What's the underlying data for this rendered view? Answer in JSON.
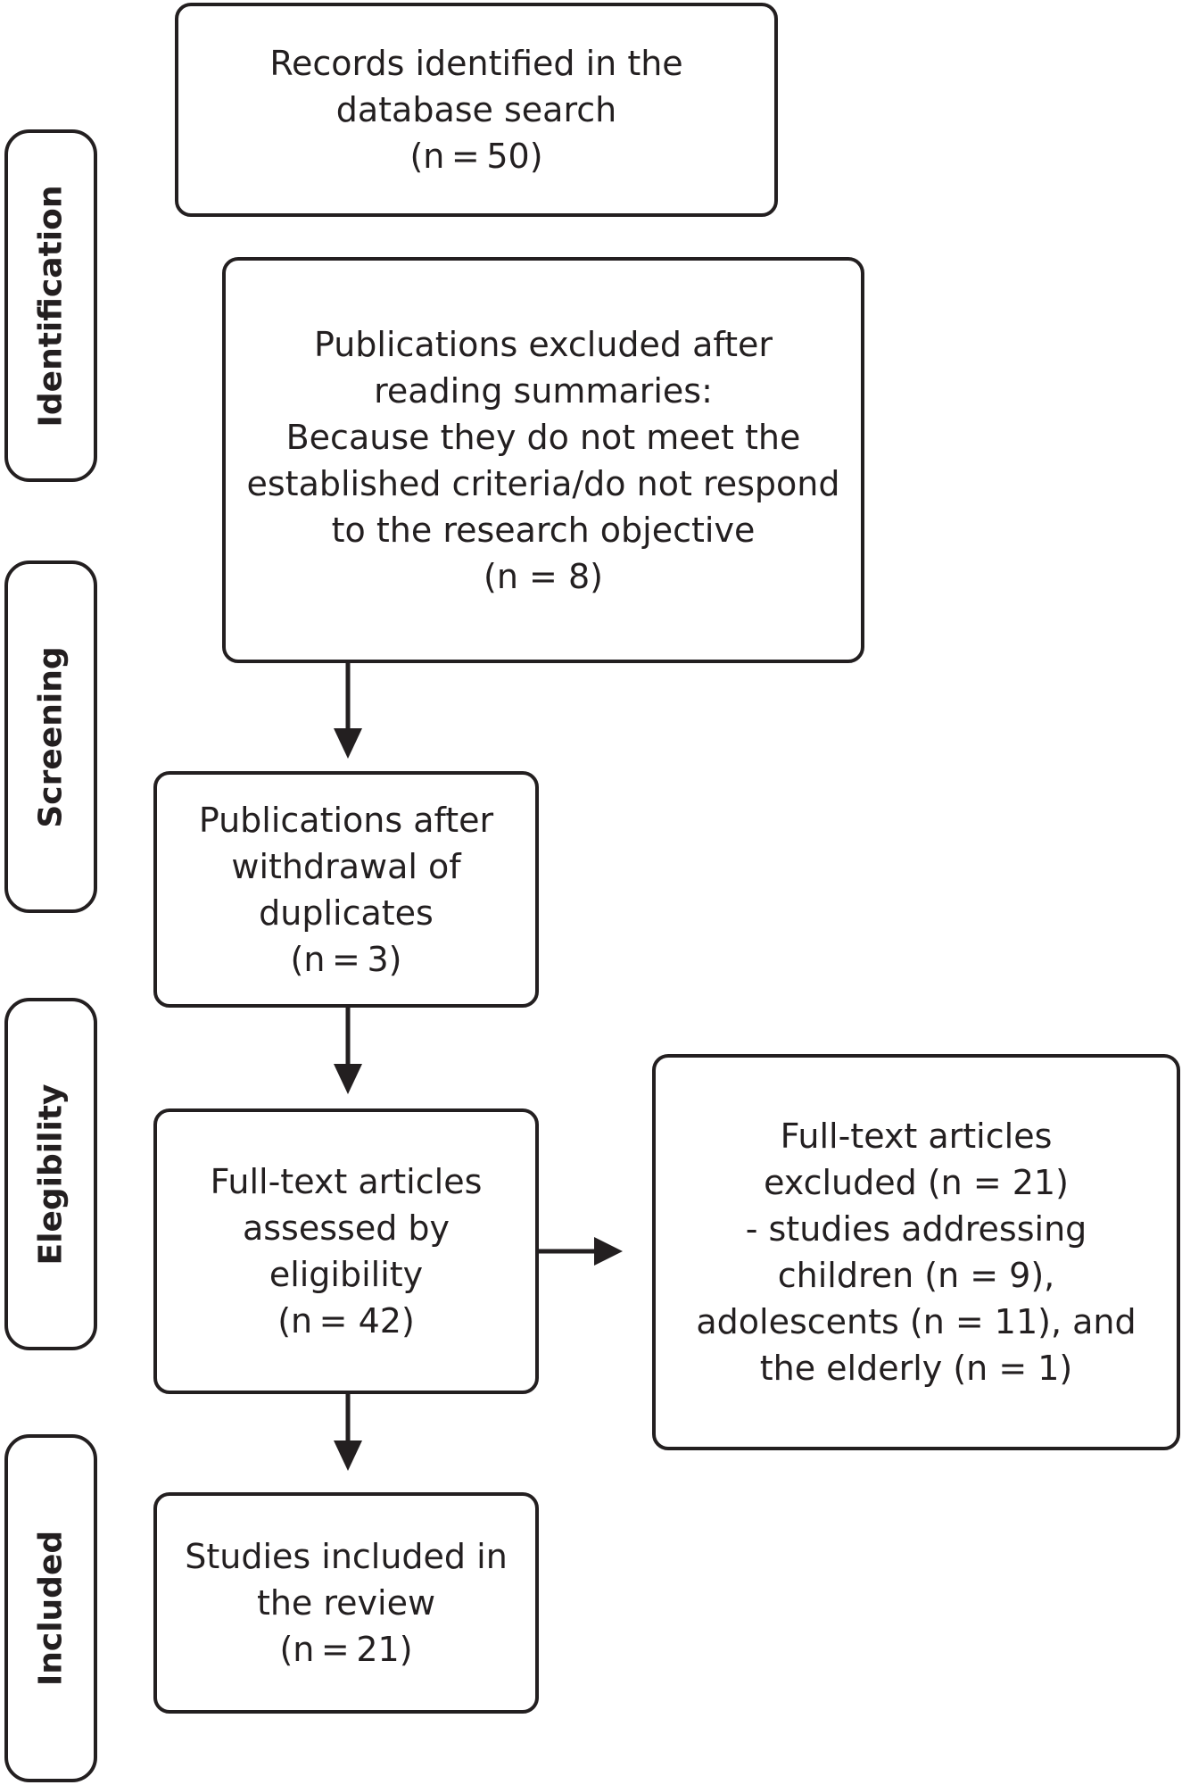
{
  "stages": {
    "identification": "Identification",
    "screening": "Screening",
    "eligibility": "Elegibility",
    "included": "Included"
  },
  "boxes": {
    "records_identified": {
      "lines": [
        "Records identified in the",
        "database search",
        "(n = 50)"
      ]
    },
    "publications_excluded": {
      "lines": [
        "Publications excluded after",
        "reading summaries:",
        "Because they do not meet the",
        "established criteria/do not respond",
        "to the research objective",
        "(n  =  8)"
      ]
    },
    "after_duplicates": {
      "lines": [
        "Publications after",
        "withdrawal of",
        "duplicates",
        "(n = 3)"
      ]
    },
    "full_text_assessed": {
      "lines": [
        "Full-text articles",
        "assessed by",
        "eligibility",
        "(n =  42)"
      ]
    },
    "full_text_excluded": {
      "lines": [
        "Full-text articles",
        "excluded (n  =  21)",
        "- studies addressing",
        "children (n  =  9),",
        "adolescents (n  =  11), and",
        "the elderly (n  =  1)"
      ]
    },
    "studies_included": {
      "lines": [
        "Studies included in",
        "the review",
        "(n = 21)"
      ]
    }
  },
  "colors": {
    "stroke": "#231f20",
    "background": "#ffffff"
  }
}
